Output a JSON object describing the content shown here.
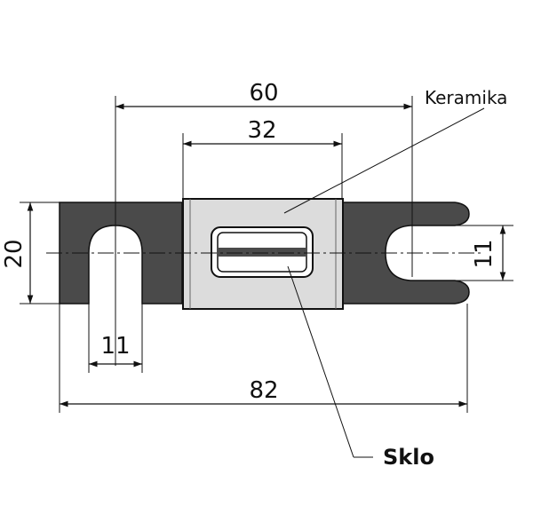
{
  "dimensions": {
    "d60": "60",
    "d32": "32",
    "d20": "20",
    "d11_slot": "11",
    "d11_fork": "11",
    "d82": "82"
  },
  "labels": {
    "ceramic": "Keramika",
    "glass": "Sklo"
  },
  "colors": {
    "terminal": "#4a4a4a",
    "ceramic": "#dcdcdc",
    "line": "#111111"
  }
}
